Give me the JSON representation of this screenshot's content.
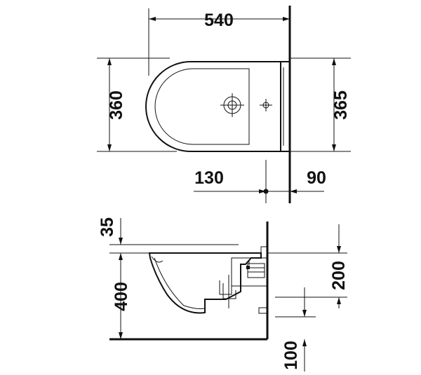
{
  "top_view": {
    "width_label": "540",
    "depth_label": "360",
    "depth_right_label": "365",
    "offset_label": "130",
    "wall_offset_label": "90"
  },
  "side_view": {
    "rim_label": "35",
    "height_label": "400",
    "drain_label": "200",
    "floor_label": "100"
  },
  "colors": {
    "line": "#111111",
    "background": "#ffffff"
  }
}
